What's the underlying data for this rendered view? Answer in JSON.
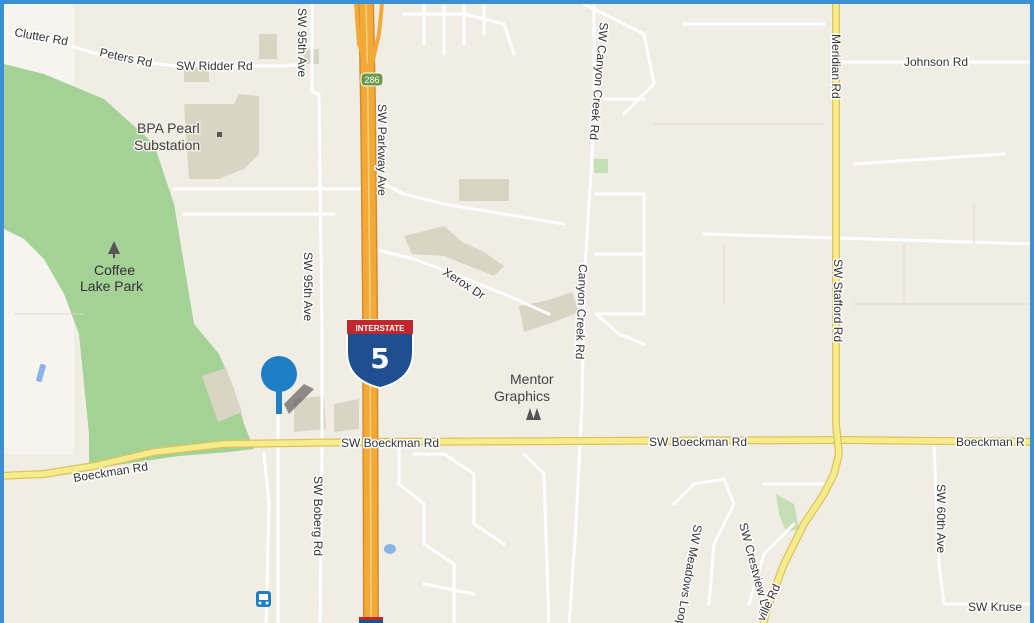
{
  "colors": {
    "land": "#f0ede5",
    "park": "#a4d296",
    "highway": "#f3a937",
    "arterial": "#f7ec8c",
    "minor_road": "#ffffff",
    "building": "#d9d4c4",
    "water": "#8ab4e8",
    "frame": "#3b8fd4",
    "pin": "#1f7fc6",
    "interstate_shield_blue": "#1f4e91",
    "interstate_shield_red": "#c0282d"
  },
  "roads": {
    "clutter": "Clutter Rd",
    "peters": "Peters Rd",
    "ridder": "SW Ridder Rd",
    "sw95_top": "SW 95th Ave",
    "sw95_mid": "SW 95th Ave",
    "parkway": "SW Parkway Ave",
    "canyon_top": "SW Canyon Creek Rd",
    "canyon_mid": "Canyon Creek Rd",
    "meridian": "Meridian Rd",
    "johnson": "Johnson Rd",
    "xerox": "Xerox Dr",
    "stafford": "SW Stafford Rd",
    "boeckman_west": "Boeckman Rd",
    "boeckman_1": "SW Boeckman Rd",
    "boeckman_2": "SW Boeckman Rd",
    "boeckman_east": "Boeckman R",
    "boberg": "SW Boberg Rd",
    "sw60": "SW 60th Ave",
    "kruse": "SW Kruse",
    "meadows": "SW Meadows Loop",
    "crestview": "SW Crestview Dr",
    "ville": "ville Rd"
  },
  "places": {
    "bpa_1": "BPA Pearl",
    "bpa_2": "Substation",
    "coffee_1": "Coffee",
    "coffee_2": "Lake Park",
    "mentor_1": "Mentor",
    "mentor_2": "Graphics"
  },
  "shields": {
    "route_286": "286",
    "interstate_word": "INTERSTATE",
    "interstate_number": "5"
  },
  "icons": {
    "park": "tree-icon",
    "company": "company-icon",
    "substation": "square-marker-icon",
    "transit": "transit-icon",
    "pin": "location-pin-icon"
  }
}
